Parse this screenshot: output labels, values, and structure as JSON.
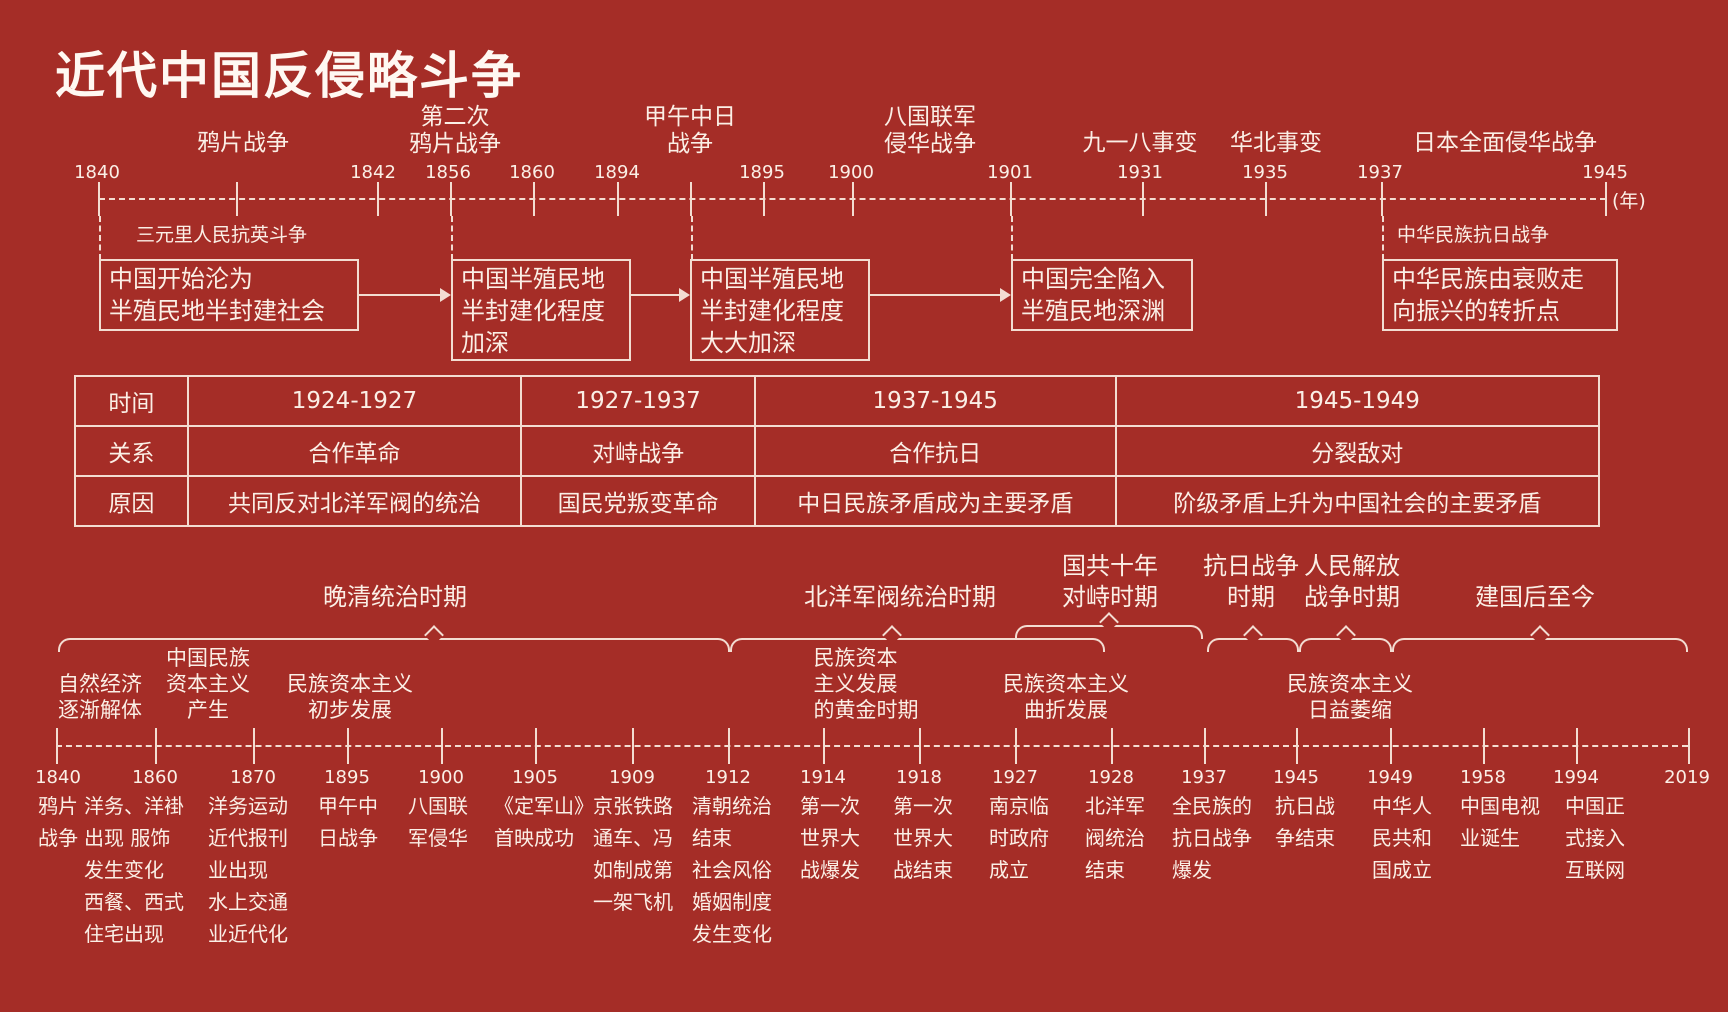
{
  "title": "近代中国反侵略斗争",
  "colors": {
    "background": "#a52d27",
    "foreground": "#fbefe6",
    "line": "#f3ddd2"
  },
  "top_timeline": {
    "unit": "(年)",
    "years": [
      "1840",
      "1842",
      "1856",
      "1860",
      "1894",
      "1895",
      "1900",
      "1901",
      "1931",
      "1935",
      "1937",
      "1945"
    ],
    "events": [
      {
        "label": "鸦片战争"
      },
      {
        "label": "第二次\n鸦片战争"
      },
      {
        "label": "甲午中日\n战争"
      },
      {
        "label": "八国联军\n侵华战争"
      },
      {
        "label": "九一八事变"
      },
      {
        "label": "华北事变"
      },
      {
        "label": "日本全面侵华战争"
      }
    ],
    "sub_labels": [
      "三元里人民抗英斗争",
      "中华民族抗日战争"
    ],
    "boxes": [
      "中国开始沦为\n半殖民地半封建社会",
      "中国半殖民地\n半封建化程度\n加深",
      "中国半殖民地\n半封建化程度\n大大加深",
      "中国完全陷入\n半殖民地深渊",
      "中华民族由衰败走\n向振兴的转折点"
    ]
  },
  "relations_table": {
    "row_headers": [
      "时间",
      "关系",
      "原因"
    ],
    "columns": [
      {
        "time": "1924-1927",
        "relation": "合作革命",
        "reason": "共同反对北洋军阀的统治"
      },
      {
        "time": "1927-1937",
        "relation": "对峙战争",
        "reason": "国民党叛变革命"
      },
      {
        "time": "1937-1945",
        "relation": "合作抗日",
        "reason": "中日民族矛盾成为主要矛盾"
      },
      {
        "time": "1945-1949",
        "relation": "分裂敌对",
        "reason": "阶级矛盾上升为中国社会的主要矛盾"
      }
    ]
  },
  "bottom_timeline": {
    "periods": [
      {
        "label": "晚清统治时期"
      },
      {
        "label": "北洋军阀统治时期"
      },
      {
        "label": "国共十年\n对峙时期"
      },
      {
        "label": "抗日战争\n时期"
      },
      {
        "label": "人民解放\n战争时期"
      },
      {
        "label": "建国后至今"
      }
    ],
    "phases": [
      "自然经济\n逐渐解体",
      "中国民族\n资本主义\n产生",
      "民族资本主义\n初步发展",
      "民族资本\n主义发展\n的黄金时期",
      "民族资本主义\n曲折发展",
      "民族资本主义\n日益萎缩"
    ],
    "points": [
      {
        "year": "1840",
        "event": "鸦片\n战争"
      },
      {
        "year": "1860",
        "event": "洋务、洋褂\n出现    服饰\n发生变化\n西餐、西式\n住宅出现"
      },
      {
        "year": "1870",
        "event": "洋务运动\n近代报刊\n业出现\n水上交通\n业近代化"
      },
      {
        "year": "1895",
        "event": "甲午中\n日战争"
      },
      {
        "year": "1900",
        "event": "八国联\n军侵华"
      },
      {
        "year": "1905",
        "event": "《定军山》\n首映成功"
      },
      {
        "year": "1909",
        "event": "京张铁路\n通车、冯\n如制成第\n一架飞机"
      },
      {
        "year": "1912",
        "event": "清朝统治\n结束\n社会风俗\n婚姻制度\n发生变化"
      },
      {
        "year": "1914",
        "event": "第一次\n世界大\n战爆发"
      },
      {
        "year": "1918",
        "event": "第一次\n世界大\n战结束"
      },
      {
        "year": "1927",
        "event": "南京临\n时政府\n成立"
      },
      {
        "year": "1928",
        "event": "北洋军\n阀统治\n结束"
      },
      {
        "year": "1937",
        "event": "全民族的\n抗日战争\n爆发"
      },
      {
        "year": "1945",
        "event": "抗日战\n争结束"
      },
      {
        "year": "1949",
        "event": "中华人\n民共和\n国成立"
      },
      {
        "year": "1958",
        "event": "中国电视\n业诞生"
      },
      {
        "year": "1994",
        "event": "中国正\n式接入\n互联网"
      },
      {
        "year": "2019",
        "event": ""
      }
    ]
  }
}
